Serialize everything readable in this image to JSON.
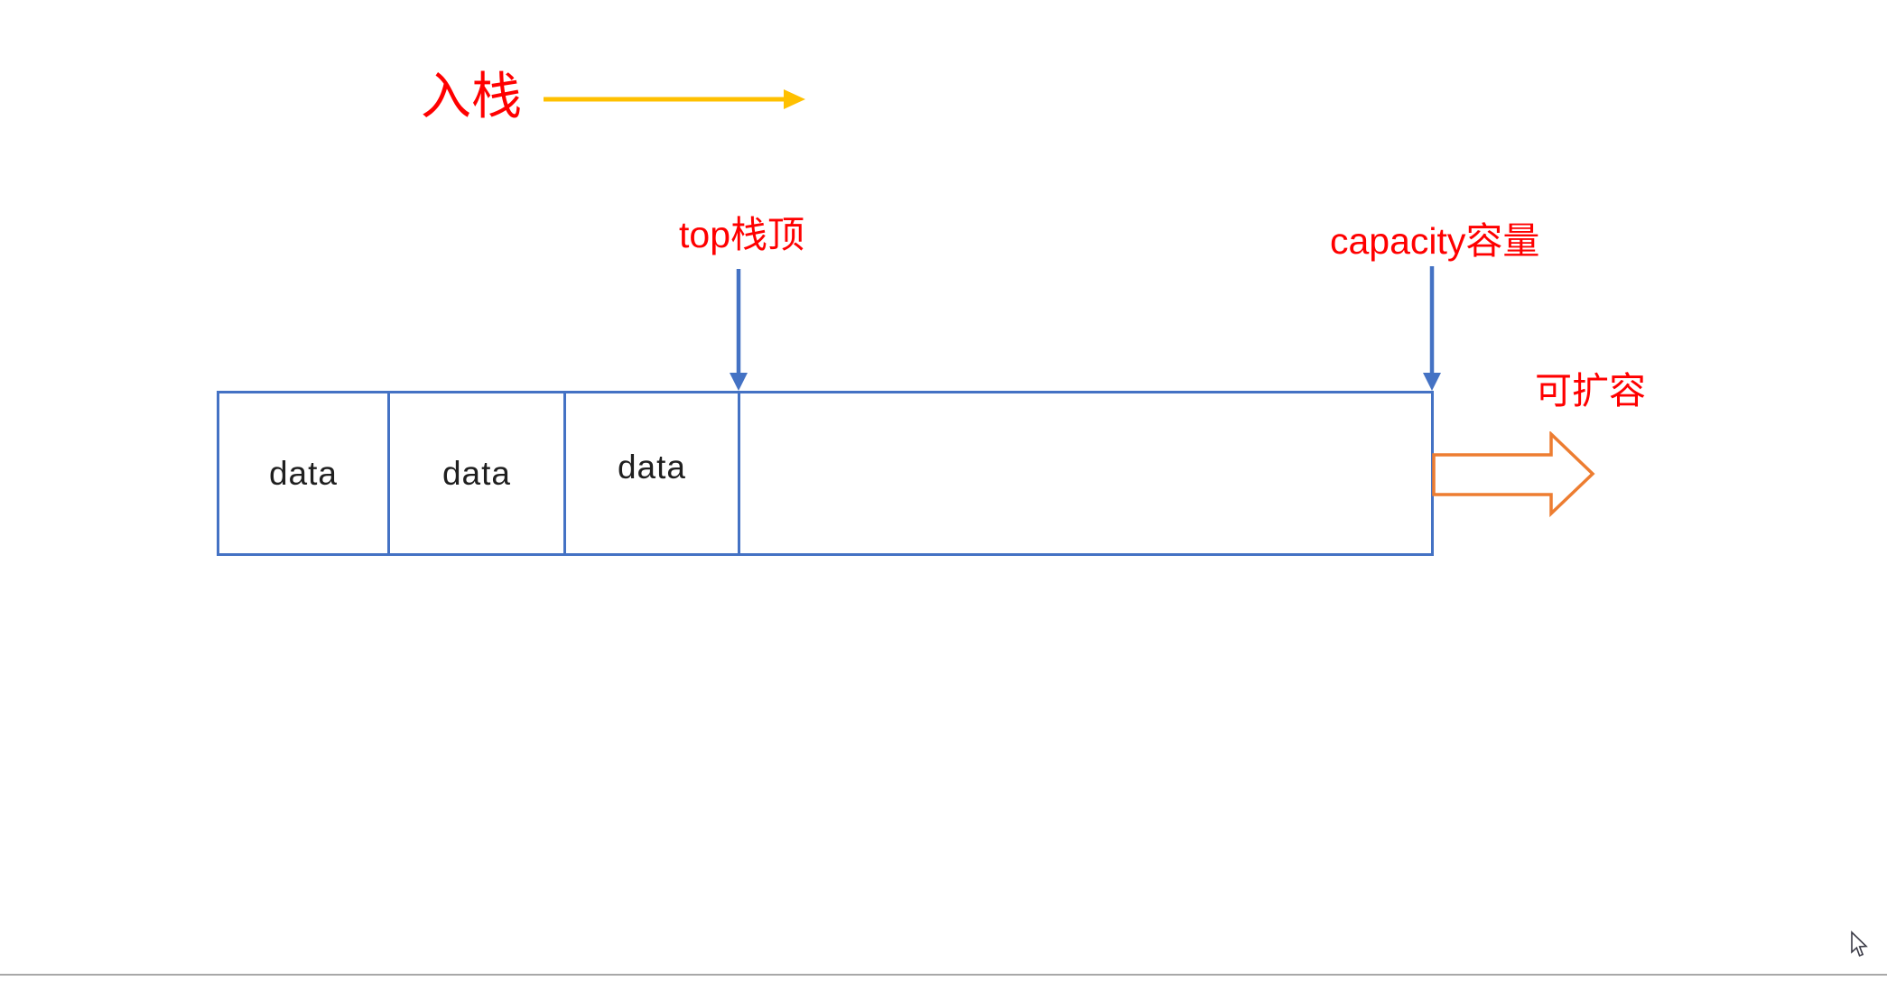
{
  "slide": {
    "push_label": "入栈",
    "top_label": "top栈顶",
    "capacity_label": "capacity容量",
    "expand_label": "可扩容",
    "cells": [
      {
        "label": "data"
      },
      {
        "label": "data"
      },
      {
        "label": "data"
      },
      {
        "label": ""
      }
    ],
    "icons": {
      "push_arrow": "right-arrow",
      "top_pointer": "down-arrow",
      "capacity_pointer": "down-arrow",
      "expand_arrow": "block-right-arrow-outline",
      "cursor": "mouse-pointer"
    },
    "colors": {
      "label_red": "#ff0000",
      "box_blue": "#4472c4",
      "push_arrow_gold": "#ffc000",
      "expand_arrow_orange": "#ed7d31",
      "data_text": "#1f1f1f",
      "bottom_line_gray": "#a8a8a8",
      "background": "#ffffff"
    }
  }
}
